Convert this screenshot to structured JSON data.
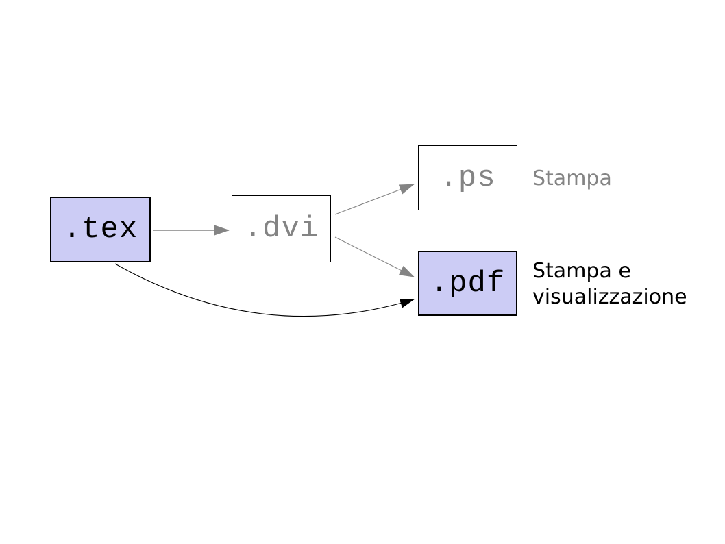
{
  "diagram": {
    "description": "LaTeX compilation workflow diagram",
    "nodes": [
      {
        "id": "tex",
        "label": ".tex",
        "fill": "#ccccf5",
        "text_color": "#000000"
      },
      {
        "id": "dvi",
        "label": ".dvi",
        "fill": "#ffffff",
        "text_color": "#848484"
      },
      {
        "id": "ps",
        "label": ".ps",
        "fill": "#ffffff",
        "text_color": "#848484"
      },
      {
        "id": "pdf",
        "label": ".pdf",
        "fill": "#ccccf5",
        "text_color": "#000000"
      }
    ],
    "annotations": [
      {
        "node": "ps",
        "text": "Stampa",
        "color": "#848484"
      },
      {
        "node": "pdf",
        "text": "Stampa e visualizzazione",
        "color": "#000000"
      }
    ],
    "edges": [
      {
        "from": "tex",
        "to": "dvi",
        "color": "#848484",
        "shape": "straight"
      },
      {
        "from": "dvi",
        "to": "ps",
        "color": "#848484",
        "shape": "straight"
      },
      {
        "from": "dvi",
        "to": "pdf",
        "color": "#848484",
        "shape": "straight"
      },
      {
        "from": "tex",
        "to": "pdf",
        "color": "#000000",
        "shape": "curved"
      }
    ],
    "colors": {
      "background": "#ffffff",
      "node_fill_highlight": "#ccccf5",
      "node_border": "#000000",
      "gray": "#848484"
    }
  }
}
